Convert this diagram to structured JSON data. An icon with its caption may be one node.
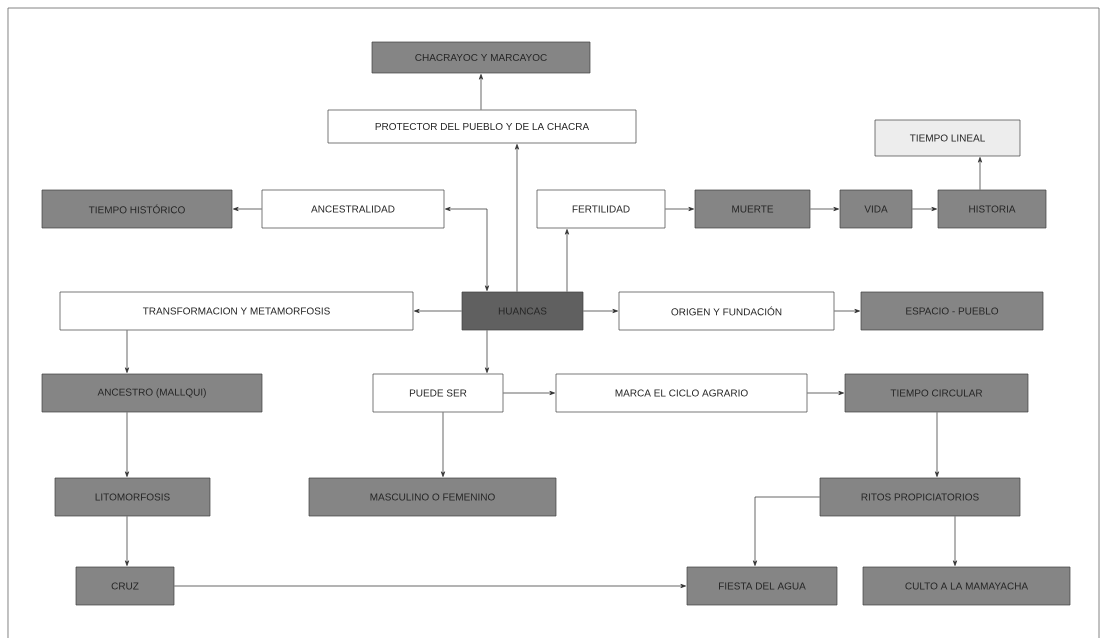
{
  "diagram": {
    "nodes": [
      {
        "text": [
          "CHACRAYOC Y MARCAYOC"
        ]
      },
      {
        "text": [
          "PROTECTOR DEL PUEBLO Y DE LA CHACRA"
        ]
      },
      {
        "text": [
          "TIEMPO LINEAL"
        ]
      },
      {
        "text": [
          "TIEMPO HISTÓRICO"
        ]
      },
      {
        "text": [
          "ANCESTRALIDAD"
        ]
      },
      {
        "text": [
          "FERTILIDAD"
        ]
      },
      {
        "text": [
          "MUERTE"
        ]
      },
      {
        "text": [
          "VIDA"
        ]
      },
      {
        "text": [
          "HISTORIA"
        ]
      },
      {
        "text": [
          "TRANSFORMACION Y METAMORFOSIS"
        ]
      },
      {
        "text": [
          "HUANCAS"
        ]
      },
      {
        "text": [
          "ORIGEN Y FUNDACIÓN"
        ]
      },
      {
        "text": [
          "ESPACIO - PUEBLO"
        ]
      },
      {
        "text": [
          "ANCESTRO (MALLQUI)"
        ]
      },
      {
        "text": [
          "PUEDE SER"
        ]
      },
      {
        "text": [
          "MARCA EL CICLO AGRARIO"
        ]
      },
      {
        "text": [
          "TIEMPO CIRCULAR"
        ]
      },
      {
        "text": [
          "LITOMORFOSIS"
        ]
      },
      {
        "text": [
          "MASCULINO O FEMENINO"
        ]
      },
      {
        "text": [
          "RITOS PROPICIATORIOS"
        ]
      },
      {
        "text": [
          "CRUZ"
        ]
      },
      {
        "text": [
          "FIESTA DEL AGUA"
        ]
      },
      {
        "text": [
          "CULTO A LA MAMAYACHA"
        ]
      }
    ],
    "edges": [
      {
        "from": 1,
        "to": 0,
        "arrow": "to"
      },
      {
        "from": 10,
        "to": 1,
        "arrow": "to"
      },
      {
        "from": 10,
        "to": 4,
        "arrow": "both"
      },
      {
        "from": 4,
        "to": 3,
        "arrow": "to"
      },
      {
        "from": 10,
        "to": 5,
        "arrow": "to"
      },
      {
        "from": 5,
        "to": 6,
        "arrow": "to"
      },
      {
        "from": 6,
        "to": 7,
        "arrow": "to"
      },
      {
        "from": 7,
        "to": 8,
        "arrow": "to"
      },
      {
        "from": 8,
        "to": 2,
        "arrow": "to"
      },
      {
        "from": 10,
        "to": 9,
        "arrow": "to"
      },
      {
        "from": 10,
        "to": 11,
        "arrow": "to"
      },
      {
        "from": 11,
        "to": 12,
        "arrow": "to"
      },
      {
        "from": 10,
        "to": 14,
        "arrow": "to"
      },
      {
        "from": 9,
        "to": 13,
        "arrow": "to"
      },
      {
        "from": 14,
        "to": 15,
        "arrow": "to"
      },
      {
        "from": 15,
        "to": 16,
        "arrow": "to"
      },
      {
        "from": 14,
        "to": 18,
        "arrow": "to"
      },
      {
        "from": 16,
        "to": 19,
        "arrow": "to"
      },
      {
        "from": 13,
        "to": 17,
        "arrow": "to"
      },
      {
        "from": 19,
        "to": 21,
        "arrow": "to"
      },
      {
        "from": 19,
        "to": 22,
        "arrow": "to"
      },
      {
        "from": 17,
        "to": 20,
        "arrow": "to"
      },
      {
        "from": 20,
        "to": 21,
        "arrow": "to"
      }
    ]
  }
}
